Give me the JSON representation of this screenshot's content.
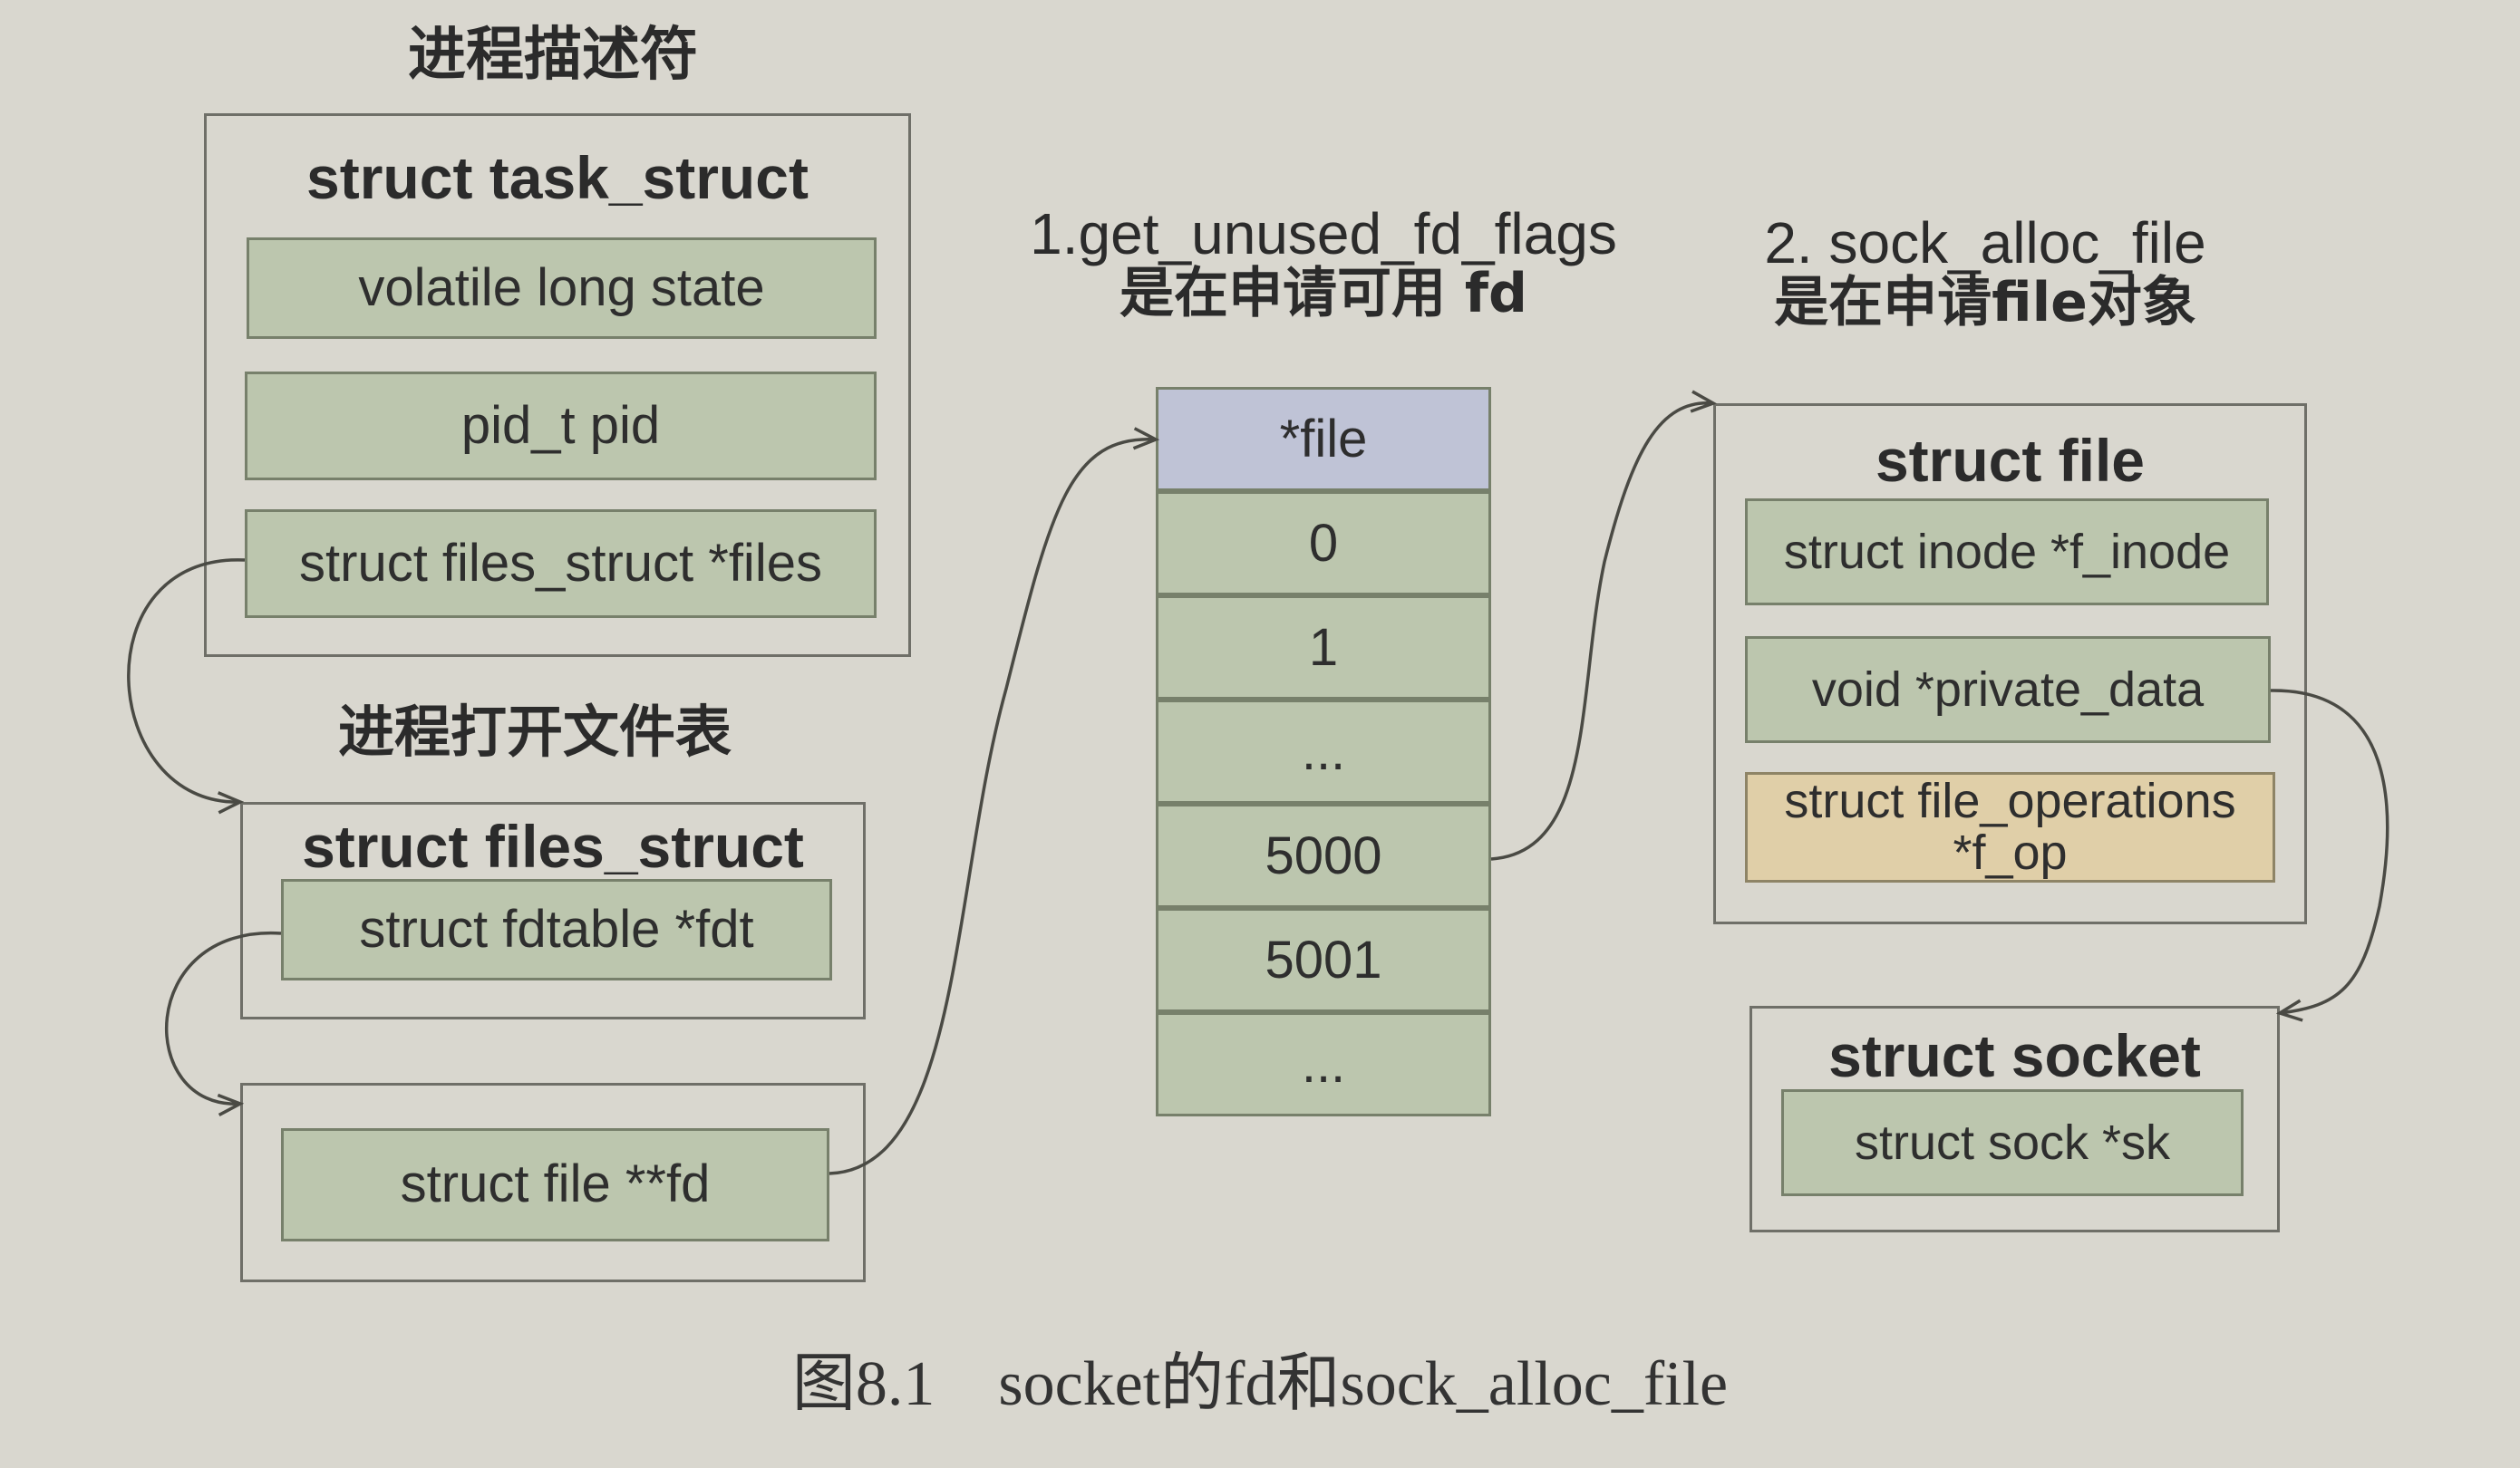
{
  "task_section": {
    "heading": "进程描述符",
    "struct_title": "struct task_struct",
    "fields": [
      "volatile long state",
      "pid_t pid",
      "struct files_struct *files"
    ]
  },
  "files_section": {
    "heading": "进程打开文件表",
    "struct_title": "struct files_struct",
    "fdt_field": "struct fdtable *fdt",
    "fd_field": "struct file **fd"
  },
  "fd_table": {
    "heading_line1": "1.get_unused_fd_flags",
    "heading_line2": "是在申请可用 fd",
    "cells": [
      "*file",
      "0",
      "1",
      "...",
      "5000",
      "5001",
      "..."
    ]
  },
  "file_section": {
    "heading_line1": "2. sock_alloc_file",
    "heading_line2": "是在申请file对象",
    "struct_title": "struct file",
    "inode_field": "struct inode *f_inode",
    "private_field": "void *private_data",
    "fop_line1": "struct file_operations",
    "fop_line2": "*f_op"
  },
  "socket_section": {
    "struct_title": "struct socket",
    "sk_field": "struct sock *sk"
  },
  "caption": "图8.1    socket的fd和sock_alloc_file",
  "colors": {
    "background": "#d9d7cf",
    "field_green": "#bcc6ae",
    "field_blue": "#bfc3d6",
    "field_orange": "#e0cfa8",
    "line": "#4a4a44"
  }
}
